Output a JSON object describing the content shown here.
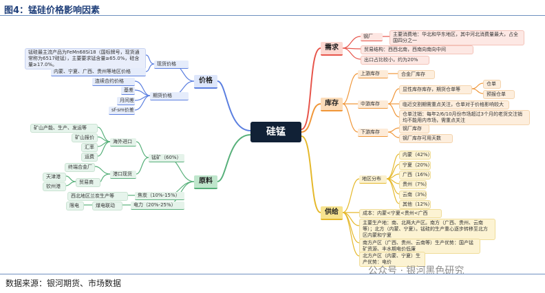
{
  "header": {
    "figure_title": "图4：锰硅价格影响因素"
  },
  "footer": {
    "source": "数据来源：银河期货、市场数据",
    "watermark": "公众号 · 银河黑色研究"
  },
  "center": {
    "label": "硅锰"
  },
  "colors": {
    "price": "#5b7fe0",
    "raw": "#57b07a",
    "demand": "#e7544a",
    "inventory": "#f09638",
    "supply": "#e5b82a",
    "center": "#112136"
  },
  "price": {
    "label": "价格",
    "spot": {
      "label": "现货价格",
      "note": "锰硅最主流产品为FeMn68Si18（国标牌号，现货通常称为6517硅锰），主要要求锰含量≥65.0%，硅含量≥17.0%。",
      "regions": "内蒙、宁夏、广西、贵州等地区价格"
    },
    "futures": {
      "label": "期货价格",
      "items": [
        "连续合约价格",
        "基差",
        "月间差",
        "sf-sm价差"
      ]
    }
  },
  "raw": {
    "label": "原料",
    "ore": {
      "label": "锰矿（60%）",
      "import": {
        "label": "海外进口",
        "items": [
          "矿山产能、生产、发运等",
          "矿山报价",
          "汇率",
          "运费"
        ]
      },
      "port": {
        "label": "港口现货",
        "items": [
          "终端合金厂"
        ],
        "trade": {
          "label": "贸易商",
          "ports": [
            "天津港",
            "钦州港"
          ]
        }
      }
    },
    "coke": {
      "label": "焦炭（10%-15%）",
      "region": "西北地区兰炭生产等"
    },
    "power": {
      "label": "电力（20%-25%）",
      "factors": [
        "煤电联动",
        "限电"
      ]
    }
  },
  "demand": {
    "label": "需求",
    "steel": {
      "label": "钢厂",
      "note": "主要消费地：华北和华东地区，其中河北消费量最大，占全国四分之一"
    },
    "trade": "贸易结构：西西北南，西南向南向中间",
    "export": "出口占比较小，约为20%"
  },
  "inventory": {
    "label": "库存",
    "upstream": {
      "label": "上游库存",
      "item": "合金厂库存"
    },
    "middle": {
      "label": "中游库存",
      "sample": {
        "label": "显性库存库存，期货仓单等",
        "items": [
          "仓单",
          "预报仓单"
        ]
      },
      "focus": "临近交割期需重点关注，仓单对于价格影响较大",
      "rule": "仓单注销：每年2/6/10月份市场超过3个月的老货交注销均不能用内市场，需重点关注"
    },
    "downstream": {
      "label": "下游库存",
      "items": [
        "钢厂库存",
        "钢厂库存可用天数"
      ]
    }
  },
  "supply": {
    "label": "供给",
    "region": {
      "label": "地区分布",
      "items": [
        "内蒙（42%）",
        "宁夏（20%）",
        "广西（16%）",
        "贵州（7%）",
        "云南（3%）",
        "其他（12%）"
      ]
    },
    "cost": "成本：内蒙<宁夏<贵州<广西",
    "producing": "主要生产地：南、北两大产区。南方（广西、贵州、云南等）；北方（内蒙、宁夏）。锰硅的生产重心逐步转移至北方区内蒙和宁夏",
    "south": "南方产区（广西、贵州、云南等）生产优势：国产锰矿资源、丰水期电价低廉",
    "north": "北方产区（内蒙、宁夏）生产优势：电价"
  }
}
